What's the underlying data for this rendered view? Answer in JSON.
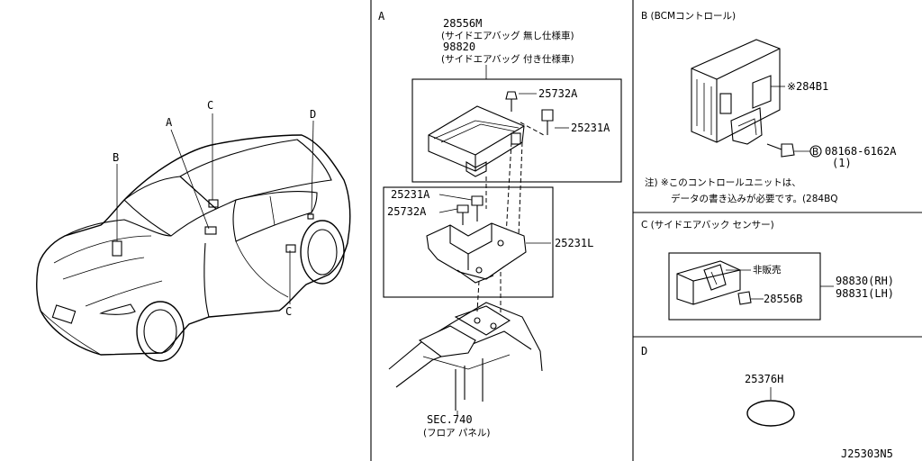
{
  "car_view": {
    "callout_a": "A",
    "callout_b": "B",
    "callout_c_top": "C",
    "callout_c_bottom": "C",
    "callout_d": "D"
  },
  "section_a": {
    "heading": "A",
    "part_28556m": "28556M",
    "note_28556m": "(サイドエアバッグ 無し仕様車)",
    "part_98820": "98820",
    "note_98820": "(サイドエアバッグ 付き仕様車)",
    "part_25732a_top": "25732A",
    "part_25231a_top": "25231A",
    "part_25231a_bottom": "25231A",
    "part_25732a_bottom": "25732A",
    "part_25231l": "25231L",
    "sec_label": "SEC.740",
    "sec_note": "(フロア パネル)"
  },
  "section_b": {
    "heading": "B (BCMコントロール)",
    "part_284b1": "※284B1",
    "bolt_symbol": "B",
    "part_bolt": "08168-6162A",
    "bolt_qty": "(1)",
    "note_line1": "注) ※このコントロールユニットは、",
    "note_line2": "データの書き込みが必要です。(284BQ"
  },
  "section_c": {
    "heading": "C (サイドエアバック センサー)",
    "not_sold": "非販売",
    "part_28556b": "28556B",
    "part_98830": "98830(RH)",
    "part_98831": "98831(LH)"
  },
  "section_d": {
    "heading": "D",
    "part_25376h": "25376H"
  },
  "diagram_id": "J25303N5"
}
